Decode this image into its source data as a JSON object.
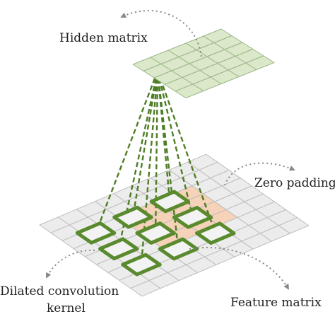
{
  "labels": {
    "hidden_matrix": "Hidden matrix",
    "zero_padding": "Zero padding",
    "dilated_kernel_line1": "Dilated convolution",
    "dilated_kernel_line2": "kernel",
    "feature_matrix": "Feature matrix"
  },
  "colors": {
    "hidden_fill": "#dbe8c9",
    "hidden_stroke": "#9cb78a",
    "grid_fill": "#ececec",
    "grid_stroke": "#bdbdbd",
    "feature_fill": "#f6d2b8",
    "kernel_stroke": "#5a8a2e",
    "kernel_inner": "#f3f3f3",
    "dash_line": "#4d7d24",
    "arrow": "#888888"
  },
  "diagram": {
    "hidden_grid_size": 5,
    "input_grid_size": 9,
    "feature_region": {
      "first_row": 2,
      "last_row": 5,
      "first_col": 3,
      "last_col": 6
    },
    "kernel_dilation": 2,
    "kernel_size": 3
  }
}
